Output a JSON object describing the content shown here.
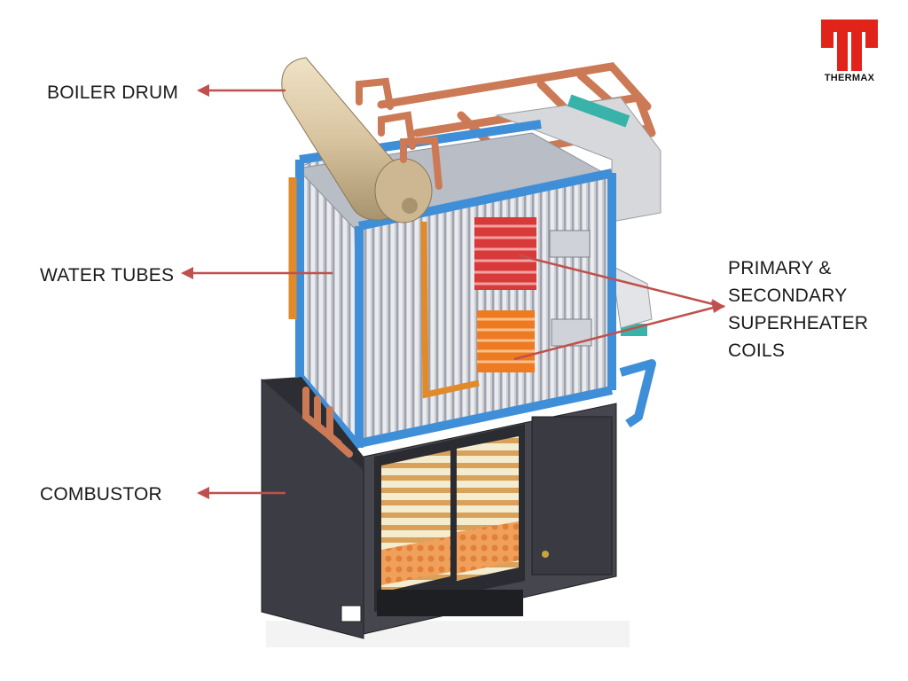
{
  "labels": {
    "boiler_drum": "BOILER DRUM",
    "water_tubes": "WATER TUBES",
    "combustor": "COMBUSTOR",
    "superheater_lines": [
      "PRIMARY &",
      "SECONDARY",
      "SUPERHEATER",
      "COILS"
    ]
  },
  "logo": {
    "text": "THERMAX",
    "color": "#e2231a"
  },
  "colors": {
    "arrow": "#c0504d",
    "header_pipe": "#3f8fd8",
    "copper_pipe": "#cc7a55",
    "drum": "#d9c4a0",
    "combustor": "#3c3d44",
    "superheater_primary": "#d83a3a",
    "superheater_secondary": "#ee7a22"
  }
}
